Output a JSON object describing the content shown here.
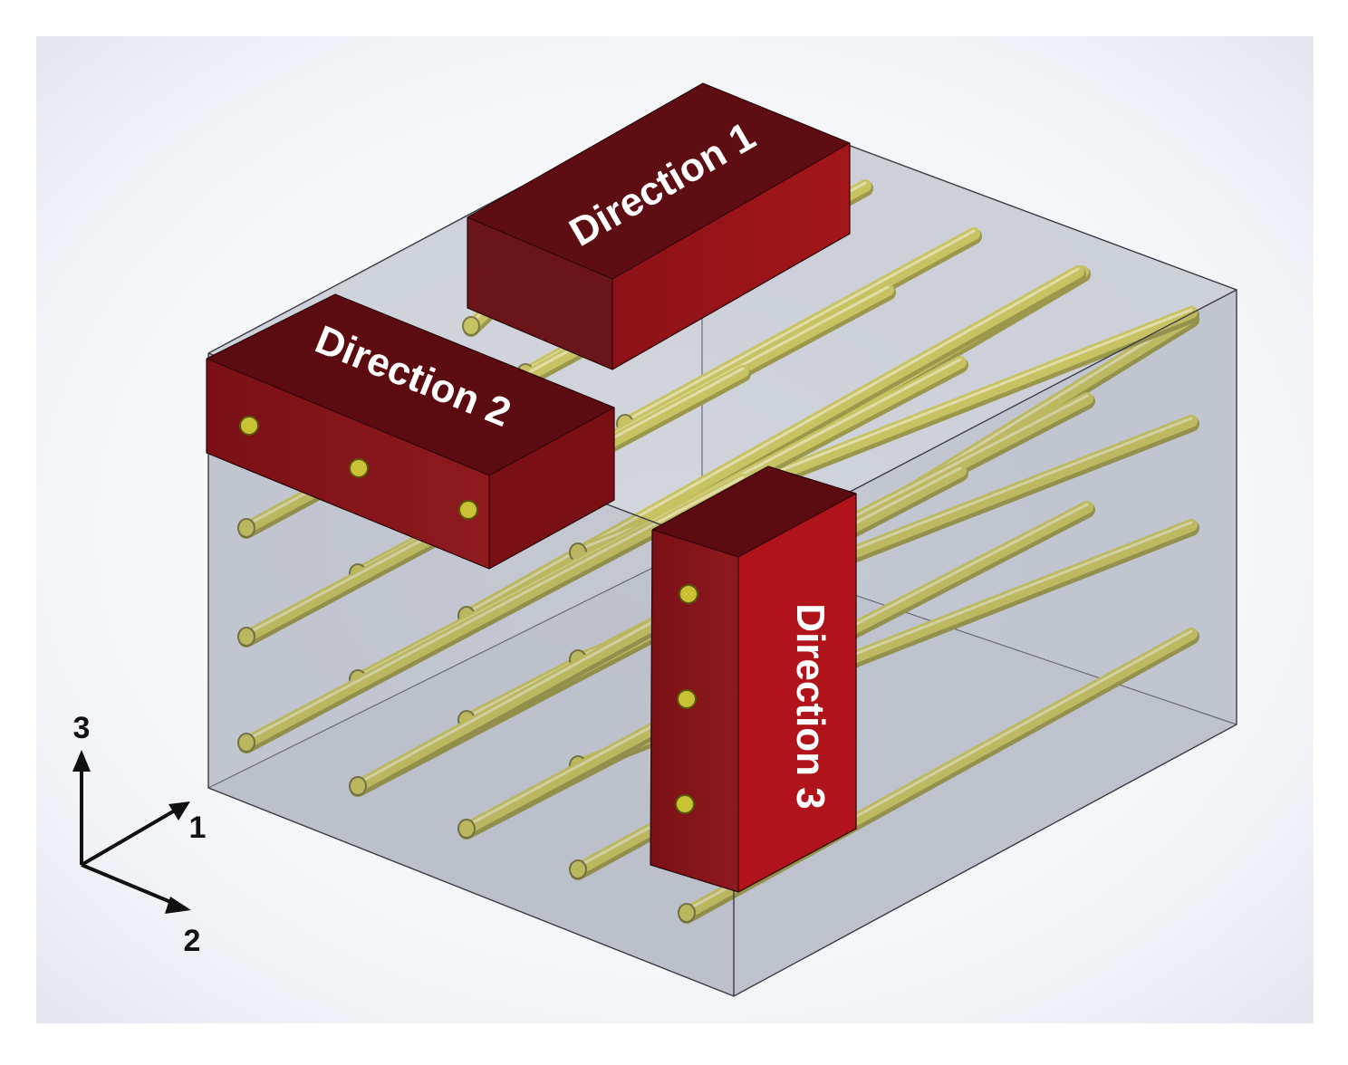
{
  "figure": {
    "blocks": [
      {
        "id": "direction-1",
        "label": "Direction 1"
      },
      {
        "id": "direction-2",
        "label": "Direction 2"
      },
      {
        "id": "direction-3",
        "label": "Direction 3"
      }
    ],
    "axes": {
      "vertical": "3",
      "diagonal_up": "1",
      "diagonal_down": "2"
    },
    "colors": {
      "block_dark": "#5e0d12",
      "block_mid": "#7d1016",
      "block_light": "#9a1a1f",
      "rod": "#c9c234",
      "rod_shadow": "#8a8414",
      "box_fill": "#aab0bd",
      "box_edge": "#3a3a44"
    }
  }
}
